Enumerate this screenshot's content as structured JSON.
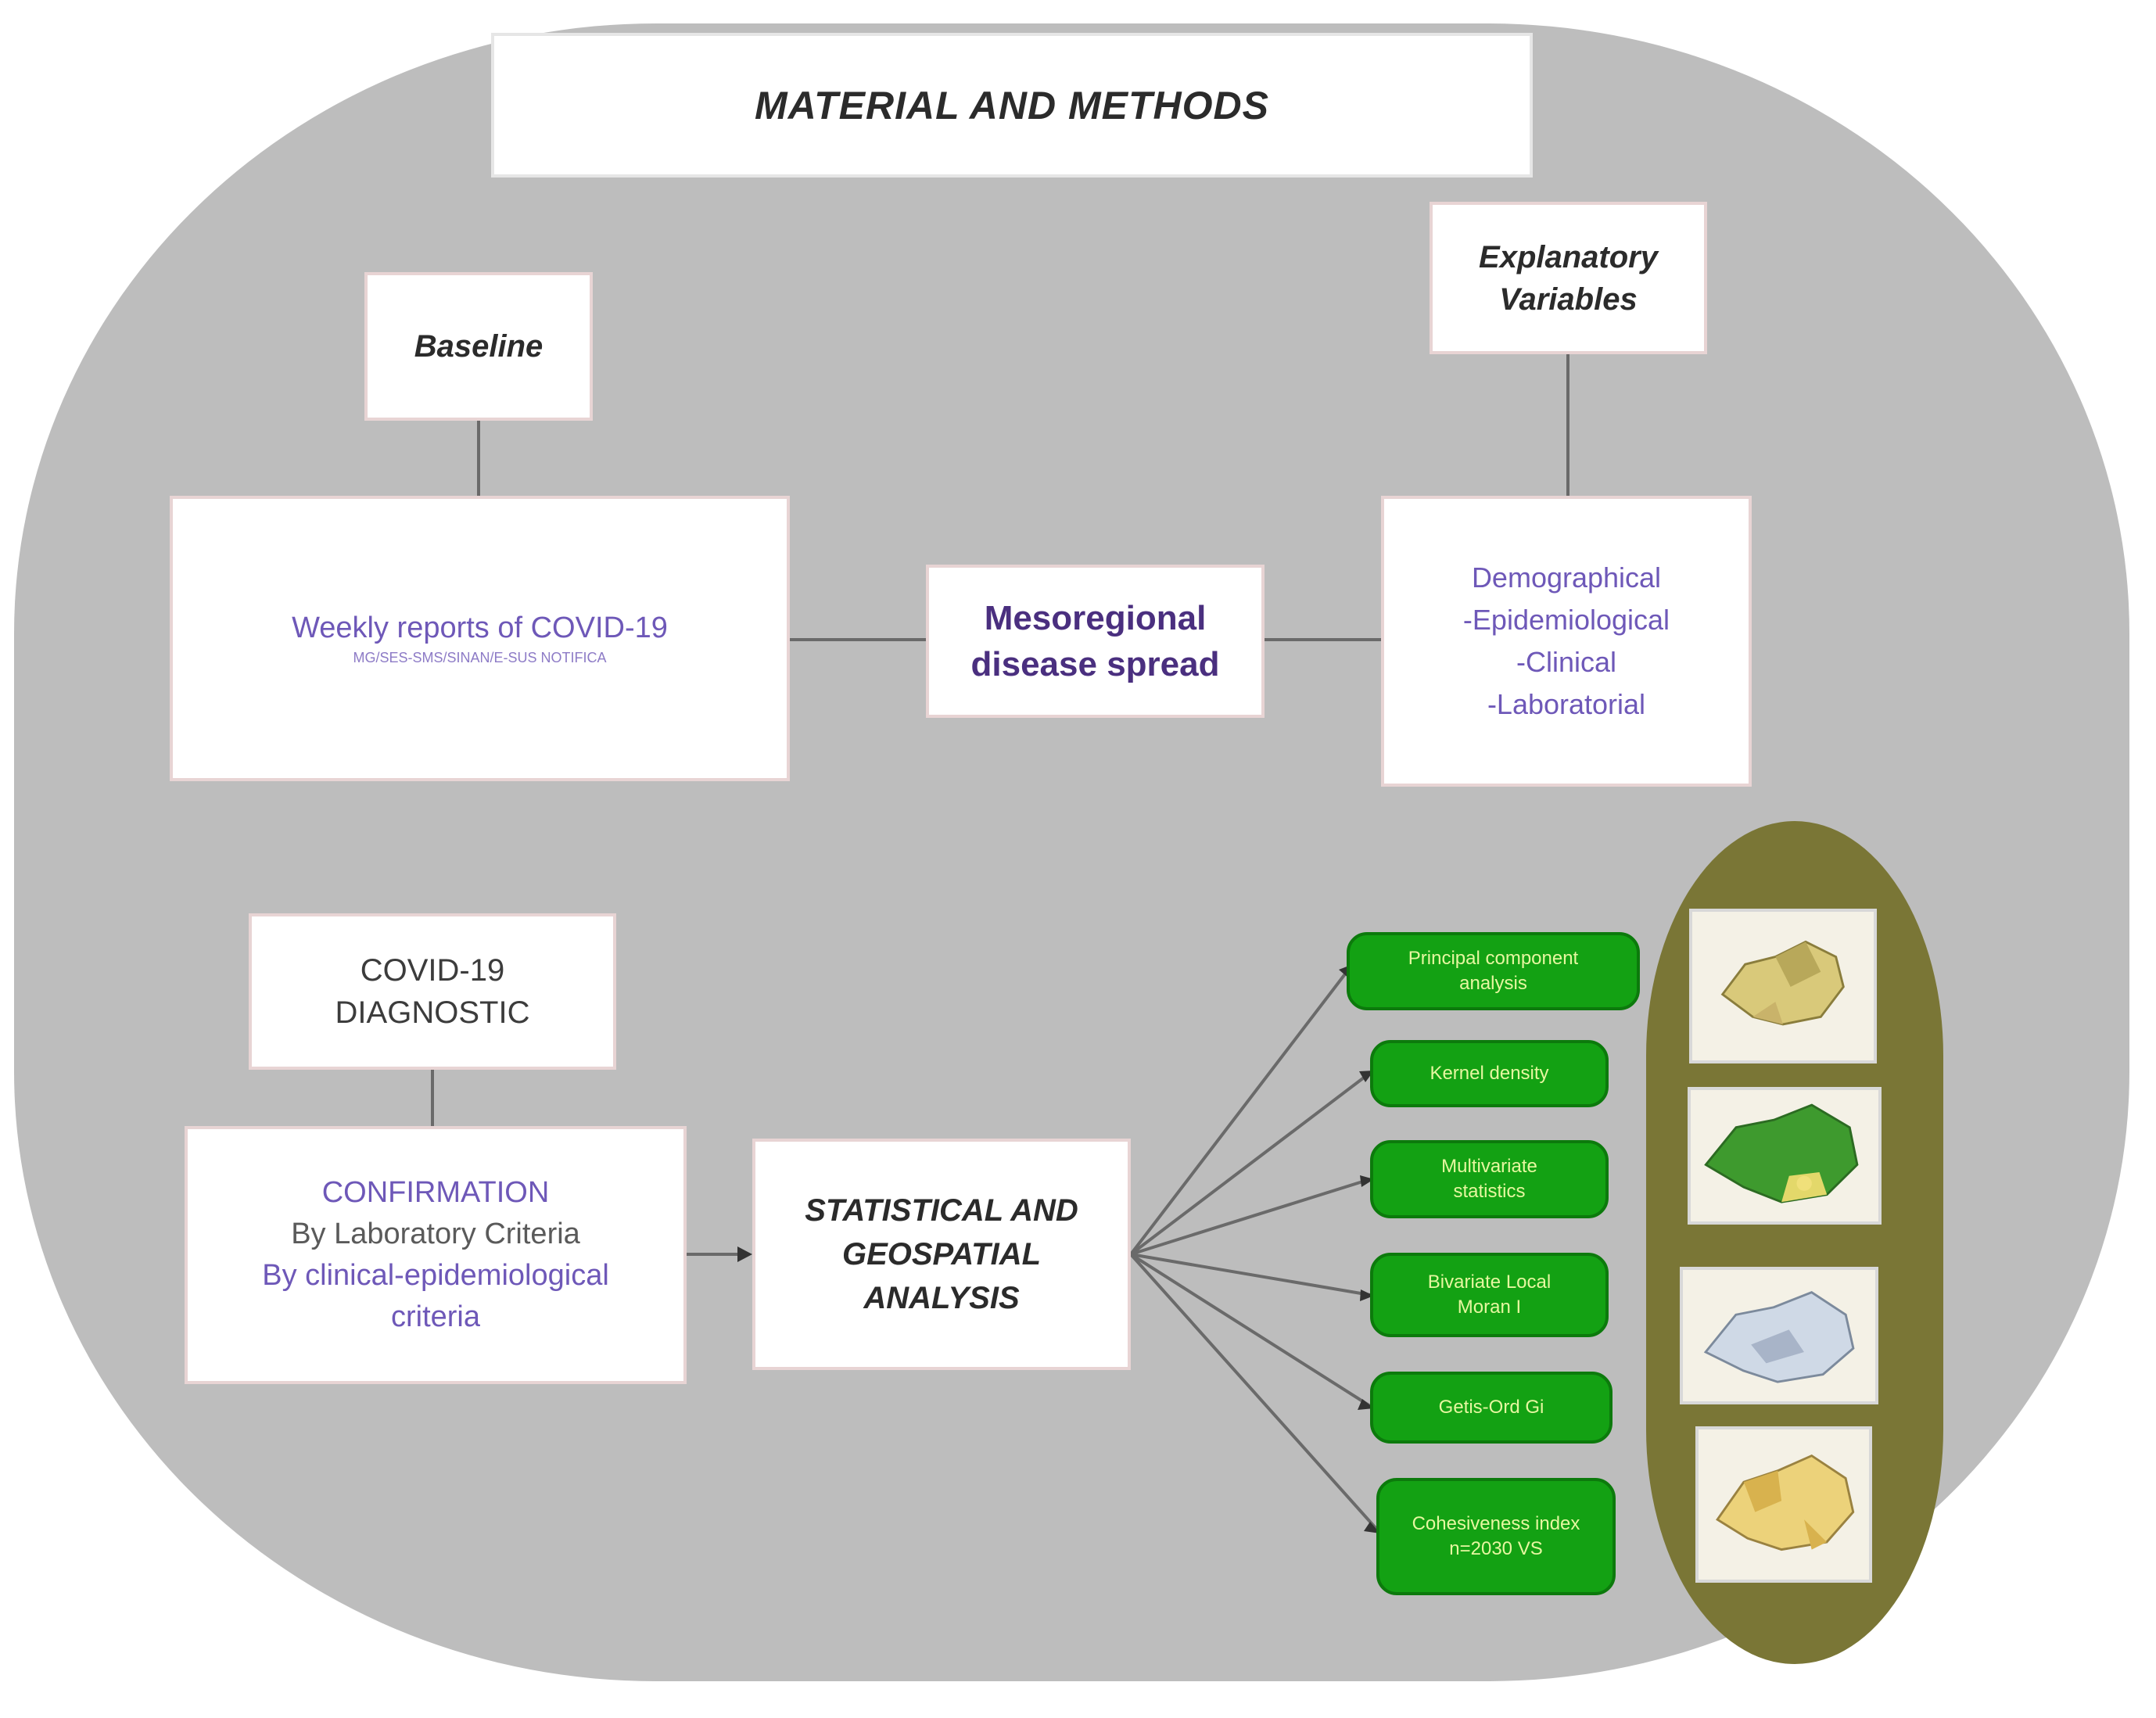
{
  "title": "MATERIAL AND METHODS",
  "baseline": "Baseline",
  "explanatory": [
    "Explanatory",
    "Variables"
  ],
  "weekly": {
    "main": "Weekly reports of COVID-19",
    "sub": "MG/SES-SMS/SINAN/E-SUS NOTIFICA"
  },
  "mesoregional": [
    "Mesoregional",
    "disease spread"
  ],
  "variables": [
    "Demographical",
    "-Epidemiological",
    "-Clinical",
    "-Laboratorial"
  ],
  "diagnostic": [
    "COVID-19",
    "DIAGNOSTIC"
  ],
  "confirmation": {
    "heading": "CONFIRMATION",
    "line1": "By Laboratory Criteria",
    "line2": "By clinical-epidemiological",
    "line3": "criteria"
  },
  "statistical": [
    "STATISTICAL AND",
    "GEOSPATIAL",
    "ANALYSIS"
  ],
  "methods": [
    [
      "Principal component",
      "analysis"
    ],
    [
      "Kernel density"
    ],
    [
      "Multivariate",
      "statistics"
    ],
    [
      "Bivariate Local",
      "Moran I"
    ],
    [
      "Getis-Ord Gi"
    ],
    [
      "Cohesiveness index",
      "n=2030 VS"
    ]
  ],
  "colors": {
    "background": "#bdbdbd",
    "method_green": "#13a113",
    "olive_panel": "#7a7636",
    "purple_text": "#6e58b8"
  },
  "icons": [
    "map-pca-icon",
    "map-kernel-icon",
    "map-moran-icon",
    "map-getis-icon"
  ]
}
